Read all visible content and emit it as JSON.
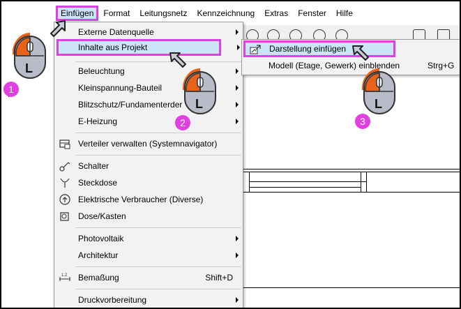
{
  "menubar": {
    "items": [
      {
        "label": "Einfügen",
        "active": true
      },
      {
        "label": "Format"
      },
      {
        "label": "Leitungsnetz"
      },
      {
        "label": "Kennzeichnung"
      },
      {
        "label": "Extras"
      },
      {
        "label": "Fenster"
      },
      {
        "label": "Hilfe"
      }
    ]
  },
  "dropdown": {
    "items": [
      {
        "label": "Externe Datenquelle",
        "submenu": true
      },
      {
        "label": "Inhalte aus Projekt",
        "submenu": true,
        "highlighted": true
      },
      {
        "label": "Beleuchtung",
        "submenu": true
      },
      {
        "label": "Kleinspannung-Bauteil",
        "submenu": true
      },
      {
        "label": "Blitzschutz/Fundamenterder",
        "submenu": true
      },
      {
        "label": "E-Heizung",
        "submenu": true
      },
      {
        "label": "Verteiler verwalten (Systemnavigator)",
        "icon": "distributor-icon"
      },
      {
        "label": "Schalter",
        "icon": "switch-icon"
      },
      {
        "label": "Steckdose",
        "icon": "socket-icon"
      },
      {
        "label": "Elektrische Verbraucher (Diverse)",
        "icon": "consumer-icon"
      },
      {
        "label": "Dose/Kasten",
        "icon": "box-icon"
      },
      {
        "label": "Photovoltaik",
        "submenu": true
      },
      {
        "label": "Architektur",
        "submenu": true
      },
      {
        "label": "Bemaßung",
        "icon": "dimension-icon",
        "shortcut": "Shift+D"
      },
      {
        "label": "Druckvorbereitung",
        "submenu": true
      }
    ]
  },
  "submenu": {
    "items": [
      {
        "label": "Darstellung einfügen",
        "highlighted": true,
        "icon": "insert-view-icon"
      },
      {
        "label": "Modell (Etage, Gewerk) einblenden",
        "shortcut": "Strg+G"
      }
    ]
  },
  "steps": [
    {
      "number": "1",
      "button": "L"
    },
    {
      "number": "2",
      "button": "L"
    },
    {
      "number": "3",
      "button": "L"
    }
  ],
  "colors": {
    "highlight_border": "#e040e0",
    "highlight_fill": "#cce4f7",
    "mouse_orange": "#e8621a",
    "badge": "#e040e0"
  }
}
